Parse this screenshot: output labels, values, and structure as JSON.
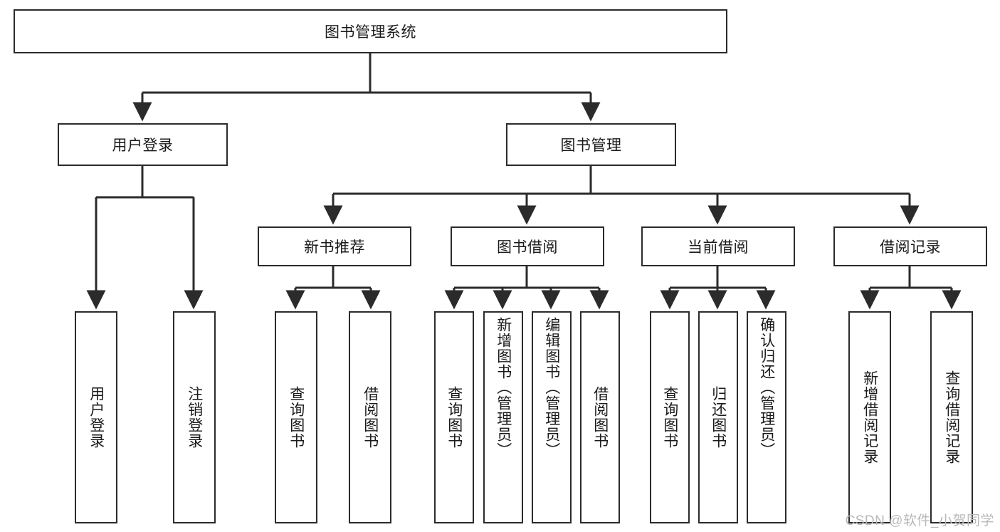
{
  "diagram": {
    "type": "tree-hierarchy",
    "title": "图书管理系统",
    "watermark": "CSDN @软件_小贺同学",
    "colors": {
      "node_border": "#2b2b2b",
      "node_fill": "#ffffff",
      "edge": "#2b2b2b",
      "text": "#1a1a1a",
      "background": "#ffffff",
      "watermark": "#b8b8b8"
    },
    "levels": [
      {
        "level": 0,
        "nodes": [
          {
            "id": "root",
            "label": "图书管理系统",
            "orientation": "horizontal"
          }
        ]
      },
      {
        "level": 1,
        "nodes": [
          {
            "id": "login",
            "label": "用户登录",
            "orientation": "horizontal",
            "parent": "root"
          },
          {
            "id": "bookmgmt",
            "label": "图书管理",
            "orientation": "horizontal",
            "parent": "root"
          }
        ]
      },
      {
        "level": 2,
        "nodes": [
          {
            "id": "newbook",
            "label": "新书推荐",
            "orientation": "horizontal",
            "parent": "bookmgmt"
          },
          {
            "id": "borrow",
            "label": "图书借阅",
            "orientation": "horizontal",
            "parent": "bookmgmt"
          },
          {
            "id": "current",
            "label": "当前借阅",
            "orientation": "horizontal",
            "parent": "bookmgmt"
          },
          {
            "id": "records",
            "label": "借阅记录",
            "orientation": "horizontal",
            "parent": "bookmgmt"
          }
        ]
      },
      {
        "level": 3,
        "nodes": [
          {
            "id": "leaf1",
            "label": "用户登录",
            "orientation": "vertical",
            "parent": "login"
          },
          {
            "id": "leaf2",
            "label": "注销登录",
            "orientation": "vertical",
            "parent": "login"
          },
          {
            "id": "leaf3",
            "label": "查询图书",
            "orientation": "vertical",
            "parent": "newbook"
          },
          {
            "id": "leaf4",
            "label": "借阅图书",
            "orientation": "vertical",
            "parent": "newbook"
          },
          {
            "id": "leaf5",
            "label": "查询图书",
            "orientation": "vertical",
            "parent": "borrow"
          },
          {
            "id": "leaf6",
            "label": "新增图书（管理员）",
            "orientation": "vertical",
            "parent": "borrow"
          },
          {
            "id": "leaf7",
            "label": "编辑图书（管理员）",
            "orientation": "vertical",
            "parent": "borrow"
          },
          {
            "id": "leaf8",
            "label": "借阅图书",
            "orientation": "vertical",
            "parent": "borrow"
          },
          {
            "id": "leaf9",
            "label": "查询图书",
            "orientation": "vertical",
            "parent": "current"
          },
          {
            "id": "leaf10",
            "label": "归还图书",
            "orientation": "vertical",
            "parent": "current"
          },
          {
            "id": "leaf11",
            "label": "确认归还（管理员）",
            "orientation": "vertical",
            "parent": "current"
          },
          {
            "id": "leaf12",
            "label": "新增借阅记录",
            "orientation": "vertical",
            "parent": "records"
          },
          {
            "id": "leaf13",
            "label": "查询借阅记录",
            "orientation": "vertical",
            "parent": "records"
          }
        ]
      }
    ]
  }
}
